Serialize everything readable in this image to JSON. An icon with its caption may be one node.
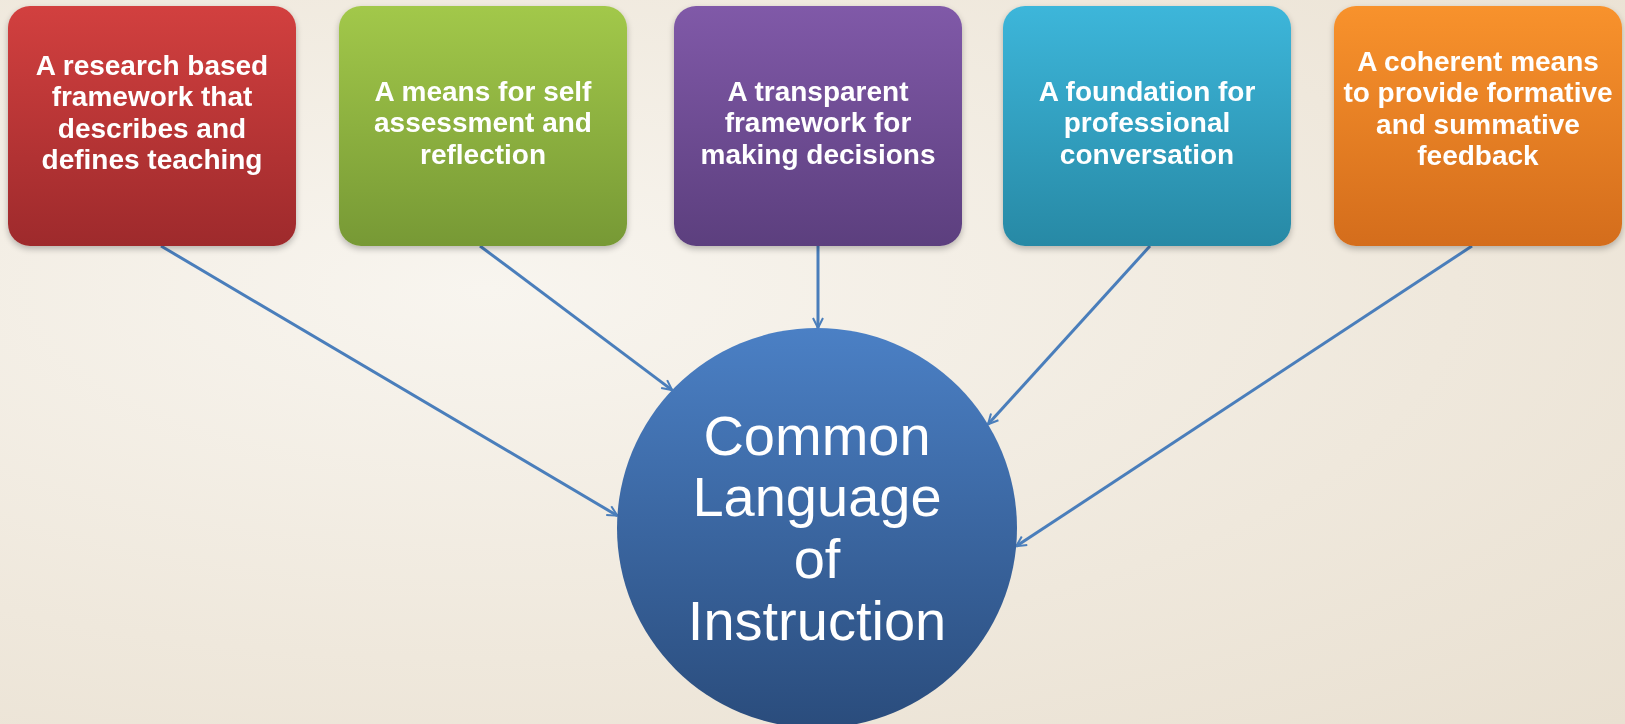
{
  "diagram": {
    "nodes": [
      {
        "text": [
          "A research based framework that describes and defines teaching"
        ]
      },
      {
        "text": [
          "A means for self assessment and reflection"
        ]
      },
      {
        "text": [
          "A transparent framework for making decisions"
        ]
      },
      {
        "text": [
          "A foundation for professional conversation"
        ]
      },
      {
        "text": [
          "A coherent means to provide formative and summative feedback"
        ]
      },
      {
        "text": [
          "Common Language of Instruction"
        ]
      }
    ],
    "edges": [
      {
        "from": 0,
        "to": 5,
        "arrow": "to"
      },
      {
        "from": 1,
        "to": 5,
        "arrow": "to"
      },
      {
        "from": 2,
        "to": 5,
        "arrow": "to"
      },
      {
        "from": 3,
        "to": 5,
        "arrow": "to"
      },
      {
        "from": 4,
        "to": 5,
        "arrow": "to"
      }
    ]
  }
}
